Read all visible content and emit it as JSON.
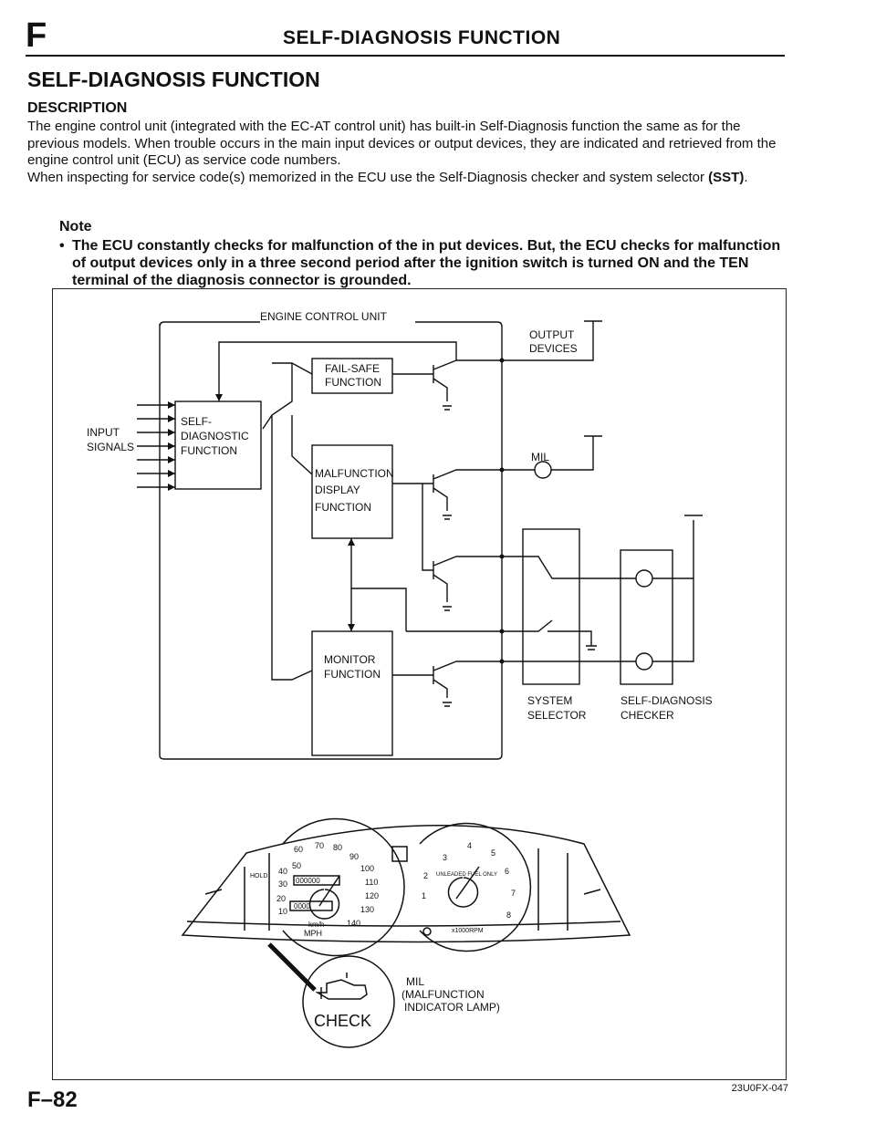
{
  "header": {
    "letter": "F",
    "title": "SELF-DIAGNOSIS FUNCTION"
  },
  "section_title": "SELF-DIAGNOSIS FUNCTION",
  "description": {
    "heading": "DESCRIPTION",
    "para1": "The engine control unit (integrated with the EC-AT control unit) has built-in Self-Diagnosis function the same as for the previous models. When trouble occurs in the main input devices or output devices, they are indicated and retrieved from the engine control unit (ECU) as service code numbers.",
    "para2": "When inspecting for service code(s) memorized in the ECU use the Self-Diagnosis checker and system selector",
    "para2_sst": "(SST)",
    "para2_end": "."
  },
  "note": {
    "heading": "Note",
    "bullet": "•",
    "text": "The ECU constantly checks for malfunction of the in put devices. But, the ECU checks for malfunction of output devices only in a three second period after the ignition switch is turned ON and the TEN terminal of the diagnosis connector is grounded."
  },
  "diagram": {
    "ecu_label": "ENGINE CONTROL UNIT",
    "input_label_1": "INPUT",
    "input_label_2": "SIGNALS",
    "self_diag_1": "SELF-",
    "self_diag_2": "DIAGNOSTIC",
    "self_diag_3": "FUNCTION",
    "failsafe_1": "FAIL-SAFE",
    "failsafe_2": "FUNCTION",
    "malfunction_1": "MALFUNCTION",
    "malfunction_2": "DISPLAY",
    "malfunction_3": "FUNCTION",
    "monitor_1": "MONITOR",
    "monitor_2": "FUNCTION",
    "output_1": "OUTPUT",
    "output_2": "DEVICES",
    "mil": "MIL",
    "system_selector_1": "SYSTEM",
    "system_selector_2": "SELECTOR",
    "checker_1": "SELF-DIAGNOSIS",
    "checker_2": "CHECKER"
  },
  "cluster": {
    "mph": "MPH",
    "kmh": "km/h",
    "odometer": "000000",
    "trip": "0000",
    "rpm": "x1000RPM",
    "fuel_note": "UNLEADED FUEL ONLY",
    "hold": "HOLD",
    "check": "CHECK",
    "mil_label_1": "MIL",
    "mil_label_2": "(MALFUNCTION",
    "mil_label_3": "INDICATOR LAMP)",
    "speed_ticks": [
      "10",
      "20",
      "30",
      "40",
      "50",
      "60",
      "70",
      "80",
      "90",
      "100",
      "110",
      "120",
      "130",
      "140"
    ],
    "rpm_ticks": [
      "1",
      "2",
      "3",
      "4",
      "5",
      "6",
      "7",
      "8"
    ]
  },
  "figure_id": "23U0FX-047",
  "page_number": "F–82"
}
